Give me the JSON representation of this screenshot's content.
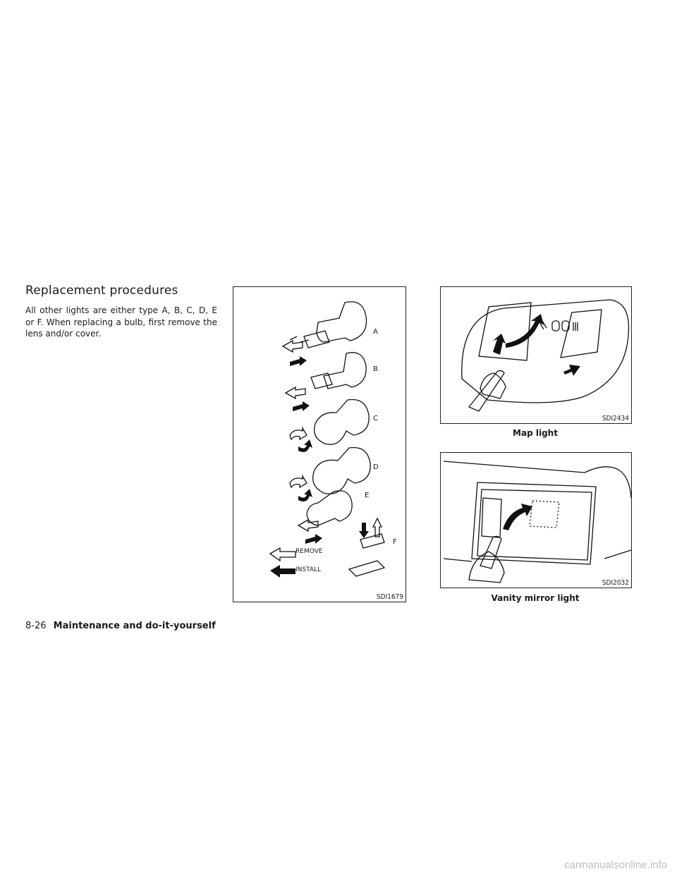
{
  "section": {
    "title": "Replacement procedures",
    "body": "All other lights are either type A, B, C, D, E or F. When replacing a bulb, first remove the lens and/or cover."
  },
  "figures": {
    "bulbs": {
      "code": "SDI1679",
      "labels": [
        "A",
        "B",
        "C",
        "D",
        "E",
        "F"
      ],
      "legend_remove": "REMOVE",
      "legend_install": "INSTALL"
    },
    "map": {
      "code": "SDI2434",
      "caption": "Map light"
    },
    "vanity": {
      "code": "SDI2032",
      "caption": "Vanity mirror light"
    }
  },
  "footer": {
    "page": "8-26",
    "section": "Maintenance and do-it-yourself"
  },
  "watermark": "carmanualsonline.info"
}
